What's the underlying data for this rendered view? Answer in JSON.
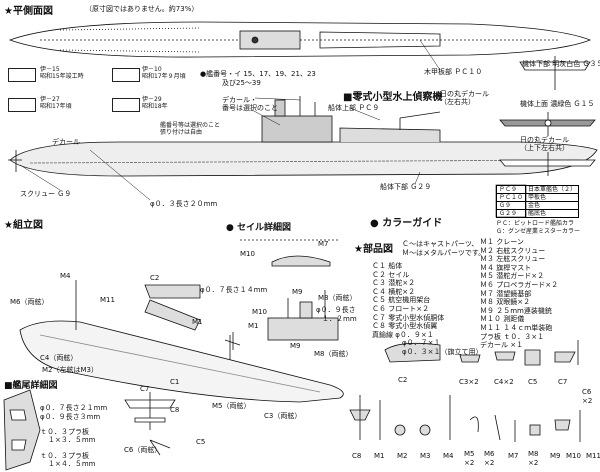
{
  "header": {
    "plan_title": "★平側面図",
    "scale_note": "（原寸図ではありません。約73%）",
    "assembly_title": "★組立図",
    "sail_title": "● セイル詳細図",
    "bow_title": "■艦尾詳細図",
    "parts_title": "★部品図",
    "colorguide_title": "● カラーガイド",
    "seaplane_title": "■零式小型水上偵察機"
  },
  "submarine_types": [
    {
      "name": "伊－15",
      "note": "昭和15年竣工時"
    },
    {
      "name": "伊－10",
      "note": "昭和17年９月頃"
    },
    {
      "name": "伊－27",
      "note": "昭和17年頃"
    },
    {
      "name": "伊－29",
      "note": "昭和18年"
    }
  ],
  "hull_numbers": {
    "line1": "●艦番号・イ 15、17、19、21、23",
    "line2": "及び25～39"
  },
  "side_notes": {
    "decal": "デカール",
    "decal_select": "デカール・\n番号は選択のこと",
    "decal_free": "艦番号等は選択のこと\n張り付けは自由",
    "decal_short": "デカール",
    "circle_decal_left": "日の丸デカール\n（左右共）",
    "circle_decal_upper": "日の丸デカール\n（上下左右共）"
  },
  "color_callouts": {
    "deck": "木甲板部 ＰＣ１０",
    "fuselage_lower": "機体下部 明灰白色 Ｇ３５",
    "fuselage_upper": "機体上面 濃緑色 Ｇ１５",
    "hull_upper": "船体上部 ＰＣ９",
    "hull_lower": "船体下部 Ｇ２９",
    "screw": "スクリュー Ｇ９",
    "rod": "φ０．３長さ２０mm"
  },
  "color_table": [
    {
      "code": "ＰＣ９",
      "name": "日本軍艦色（２）"
    },
    {
      "code": "ＰＣ１０",
      "name": "甲板色"
    },
    {
      "code": "Ｇ９",
      "name": "金色"
    },
    {
      "code": "Ｇ２９",
      "name": "艦底色"
    }
  ],
  "color_notes": {
    "pc": "ＰＣ：ピットロード艦船カラ",
    "g": "Ｇ：グンゼ産業ミスターカラー"
  },
  "parts_legend": {
    "intro1": "Ｃ～はキャストパーツ、",
    "intro2": "Ｍ～はメタルパーツです。",
    "col1": [
      "Ｃ１  船体",
      "Ｃ２  セイル",
      "Ｃ３  潜舵×２",
      "Ｃ４  横舵×２",
      "Ｃ５  航空機用架台",
      "Ｃ６  フロート×２",
      "Ｃ７  零式小型水偵胴体",
      "Ｃ８  零式小型水偵翼",
      "真鍮線 φ０．９×１",
      "φ０．７×１",
      "φ０．３×１（旗立て用）"
    ],
    "col2": [
      "Ｍ１  クレーン",
      "Ｍ２  右舷スクリュー",
      "Ｍ３  左舷スクリュー",
      "Ｍ４  旗桿マスト",
      "Ｍ５  潜舵ガード×２",
      "Ｍ６  プロペラガード×２",
      "Ｍ７  潜望鏡基部",
      "Ｍ８  双眼鏡×２",
      "Ｍ９  ２５mm連装機銃",
      "Ｍ１０  測距儀",
      "Ｍ１１  １４ｃｍ単装砲",
      "プラ板 ｔ０．３×１",
      "デカール  ×１"
    ]
  },
  "assembly_labels": {
    "m4": "M4",
    "m11": "M11",
    "m6": "M6（両舷）",
    "c4": "C4（両舷）",
    "m2": "M2（左舷はM3）",
    "rod07": "φ０．７長さ２１mm",
    "rod09": "φ０．９長さ３mm",
    "plate1": "ｔ０．３プラ板",
    "plate1b": "１×３．５mm",
    "plate2": "ｔ０．３プラ板",
    "plate2b": "１×４．５mm",
    "c2": "C2",
    "c1": "C1",
    "m1": "M1",
    "m10": "M10",
    "m7": "M7",
    "m9": "M9",
    "m8": "M8（両舷）",
    "m5": "M5（両舷）",
    "c3": "C3（両舷）",
    "sail_rod07": "φ０．７長さ１４mm",
    "sail_rod09": "φ０．９長さ",
    "sail_rod09b": "１．２mm",
    "m9b": "M9",
    "m8b": "M8（両舷）",
    "m10b": "M10",
    "m1b": "M1",
    "c7": "C7",
    "c8": "C8",
    "c5": "C5",
    "c6": "C6（両舷）"
  },
  "parts_bottom": {
    "c2": "C2",
    "c3": "C3×2",
    "c4": "C4×2",
    "c5": "C5",
    "c7": "C7",
    "c6": "C6",
    "c6b": "×2",
    "c8": "C8",
    "m1": "M1",
    "m2": "M2",
    "m3": "M3",
    "m4": "M4",
    "m5": "M5",
    "m5b": "×2",
    "m6": "M6",
    "m6b": "×2",
    "m7": "M7",
    "m8": "M8",
    "m8b": "×2",
    "m9": "M9",
    "m10": "M10",
    "m11": "M11"
  },
  "colors": {
    "ink": "#111111",
    "hull_hatch": "#555555",
    "swatch_pc9": "#6e6e6e"
  }
}
